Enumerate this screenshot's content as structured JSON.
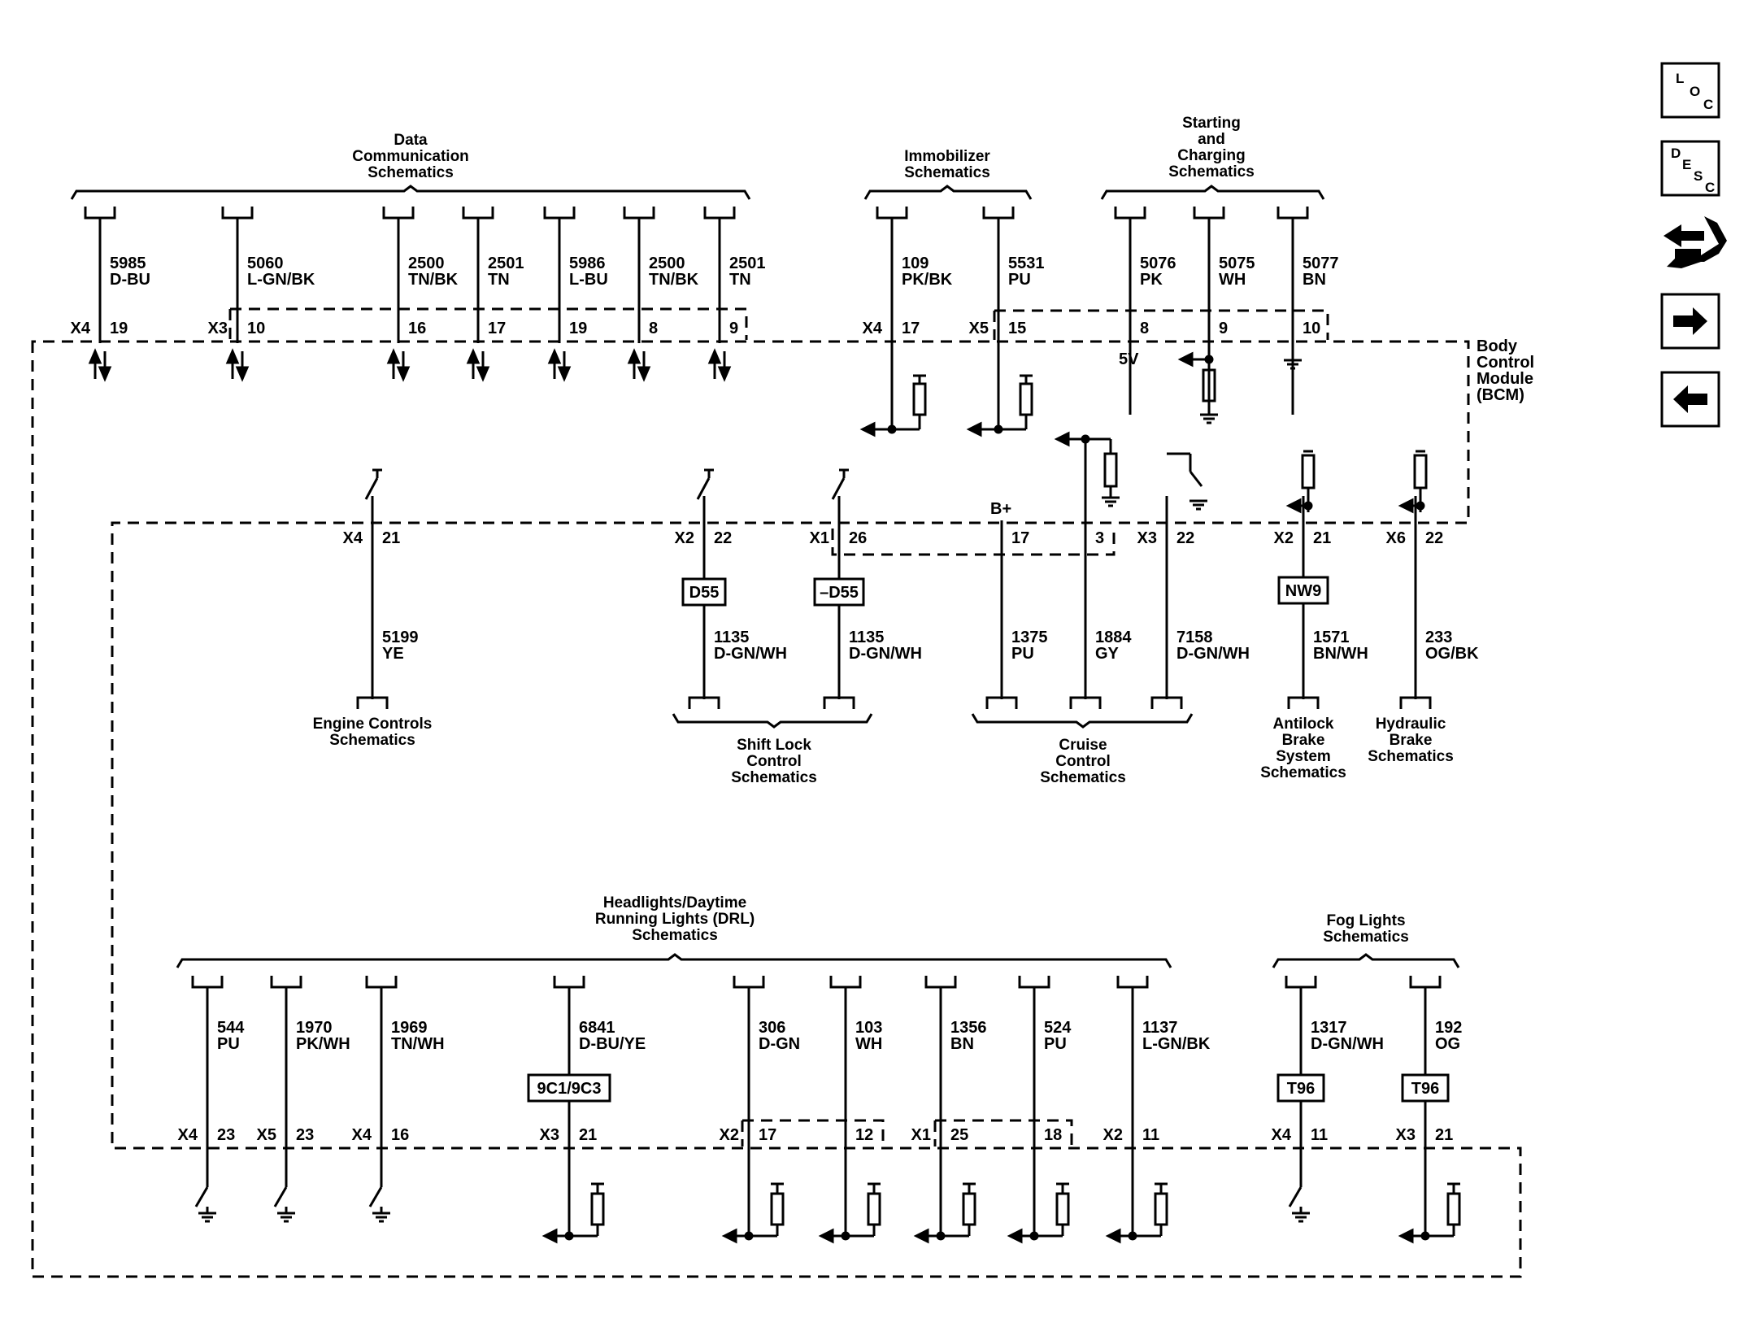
{
  "nav": {
    "loc": [
      "L",
      "O",
      "C"
    ],
    "desc": [
      "D",
      "E",
      "S",
      "C"
    ],
    "tool_icon": "tools-icon",
    "next_icon": "arrow-right-icon",
    "prev_icon": "arrow-left-icon"
  },
  "module": {
    "name": "Body\nControl\nModule\n(BCM)"
  },
  "groups": {
    "data_comm": "Data\nCommunication\nSchematics",
    "immobilizer": "Immobilizer\nSchematics",
    "starting": "Starting\nand\nCharging\nSchematics",
    "engine": "Engine Controls\nSchematics",
    "shift_lock": "Shift Lock\nControl\nSchematics",
    "cruise": "Cruise\nControl\nSchematics",
    "antilock": "Antilock\nBrake\nSystem\nSchematics",
    "hydraulic": "Hydraulic\nBrake\nSchematics",
    "headlights": "Headlights/Daytime\nRunning Lights (DRL)\nSchematics",
    "fog": "Fog Lights\nSchematics"
  },
  "top_circuits": [
    {
      "circuit": "5985",
      "color": "D-BU",
      "conn": "X4",
      "pin": "19"
    },
    {
      "circuit": "5060",
      "color": "L-GN/BK",
      "conn": "X3",
      "pin": "10"
    },
    {
      "circuit": "2500",
      "color": "TN/BK",
      "conn": "",
      "pin": "16"
    },
    {
      "circuit": "2501",
      "color": "TN",
      "conn": "",
      "pin": "17"
    },
    {
      "circuit": "5986",
      "color": "L-BU",
      "conn": "",
      "pin": "19"
    },
    {
      "circuit": "2500",
      "color": "TN/BK",
      "conn": "",
      "pin": "8"
    },
    {
      "circuit": "2501",
      "color": "TN",
      "conn": "",
      "pin": "9"
    },
    {
      "circuit": "109",
      "color": "PK/BK",
      "conn": "X4",
      "pin": "17"
    },
    {
      "circuit": "5531",
      "color": "PU",
      "conn": "X5",
      "pin": "15"
    },
    {
      "circuit": "5076",
      "color": "PK",
      "conn": "",
      "pin": "8"
    },
    {
      "circuit": "5075",
      "color": "WH",
      "conn": "",
      "pin": "9"
    },
    {
      "circuit": "5077",
      "color": "BN",
      "conn": "",
      "pin": "10"
    }
  ],
  "middle_circuits": [
    {
      "circuit": "5199",
      "color": "YE",
      "conn": "X4",
      "pin": "21"
    },
    {
      "circuit": "1135",
      "color": "D-GN/WH",
      "conn": "X2",
      "pin": "22"
    },
    {
      "circuit": "1135",
      "color": "D-GN/WH",
      "conn": "X1",
      "pin": "26"
    },
    {
      "circuit": "1375",
      "color": "PU",
      "conn": "",
      "pin": "17"
    },
    {
      "circuit": "1884",
      "color": "GY",
      "conn": "",
      "pin": "3"
    },
    {
      "circuit": "7158",
      "color": "D-GN/WH",
      "conn": "X3",
      "pin": "22"
    },
    {
      "circuit": "1571",
      "color": "BN/WH",
      "conn": "X2",
      "pin": "21"
    },
    {
      "circuit": "233",
      "color": "OG/BK",
      "conn": "X6",
      "pin": "22"
    }
  ],
  "bottom_circuits": [
    {
      "circuit": "544",
      "color": "PU",
      "conn": "X4",
      "pin": "23"
    },
    {
      "circuit": "1970",
      "color": "PK/WH",
      "conn": "X5",
      "pin": "23"
    },
    {
      "circuit": "1969",
      "color": "TN/WH",
      "conn": "X4",
      "pin": "16"
    },
    {
      "circuit": "6841",
      "color": "D-BU/YE",
      "conn": "X3",
      "pin": "21"
    },
    {
      "circuit": "306",
      "color": "D-GN",
      "conn": "X2",
      "pin": "17"
    },
    {
      "circuit": "103",
      "color": "WH",
      "conn": "",
      "pin": "12"
    },
    {
      "circuit": "1356",
      "color": "BN",
      "conn": "X1",
      "pin": "25"
    },
    {
      "circuit": "524",
      "color": "PU",
      "conn": "",
      "pin": "18"
    },
    {
      "circuit": "1137",
      "color": "L-GN/BK",
      "conn": "X2",
      "pin": "11"
    },
    {
      "circuit": "1317",
      "color": "D-GN/WH",
      "conn": "X4",
      "pin": "11"
    },
    {
      "circuit": "192",
      "color": "OG",
      "conn": "X3",
      "pin": "21"
    }
  ],
  "options": {
    "d55": "D55",
    "not_d55": "–D55",
    "nw9": "NW9",
    "c9": "9C1/9C3",
    "t96a": "T96",
    "t96b": "T96"
  },
  "misc": {
    "five_v": "5V",
    "b_plus": "B+"
  }
}
